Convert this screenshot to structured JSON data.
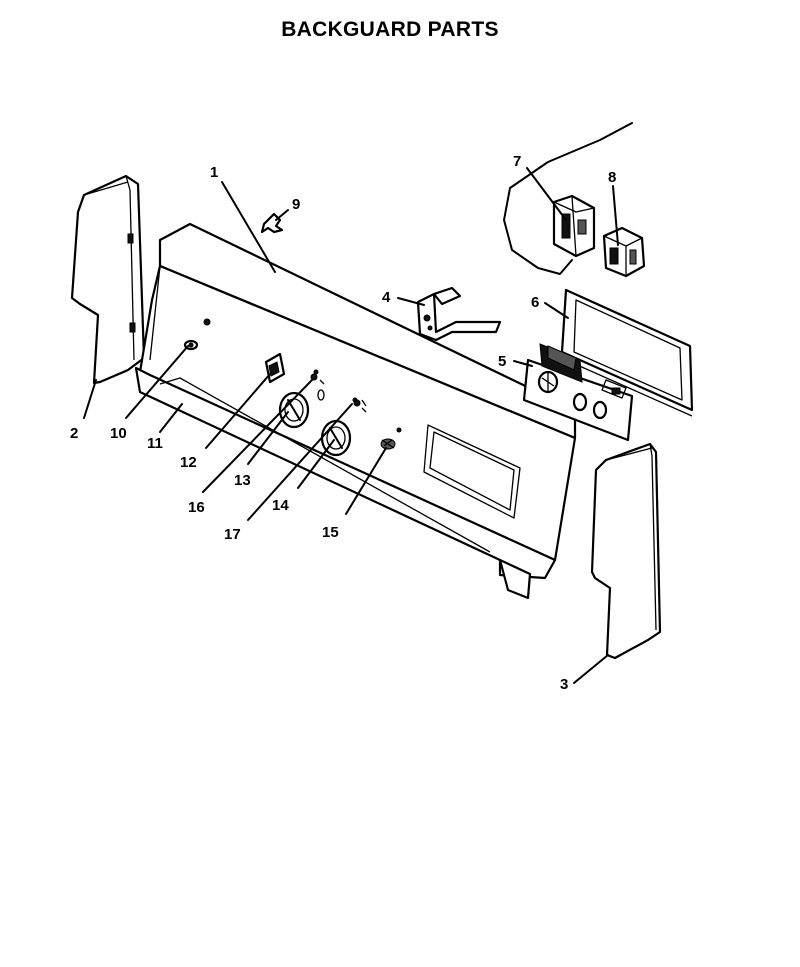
{
  "title": "BACKGUARD PARTS",
  "callouts": [
    "1",
    "2",
    "3",
    "4",
    "5",
    "6",
    "7",
    "8",
    "9",
    "10",
    "11",
    "12",
    "13",
    "14",
    "15",
    "16",
    "17"
  ]
}
